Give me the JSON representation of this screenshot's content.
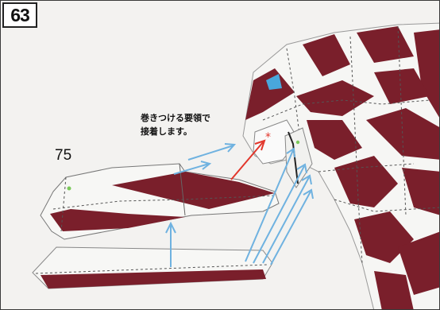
{
  "step": {
    "number": "63"
  },
  "instruction": {
    "line1": "巻きつける要領で",
    "line2": "接着します。"
  },
  "part": {
    "number": "75"
  },
  "colors": {
    "maroon": "#7a1f2b",
    "paper": "#f6f6f4",
    "arrow_blue": "#6fb2e0",
    "arrow_red": "#e2362b",
    "star_red": "#e2362b",
    "glue_dot_green": "#7bc95a",
    "highlight_blue": "#49a7dc"
  }
}
